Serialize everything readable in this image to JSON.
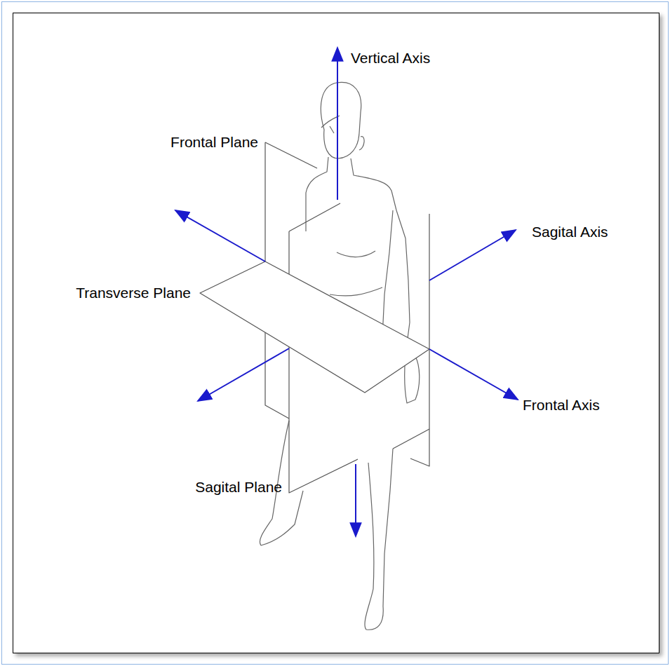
{
  "diagram": {
    "labels": [
      "Vertical Axis",
      "Frontal Plane",
      "Sagital Axis",
      "Transverse Plane",
      "Frontal Axis",
      "Sagital Plane"
    ]
  }
}
